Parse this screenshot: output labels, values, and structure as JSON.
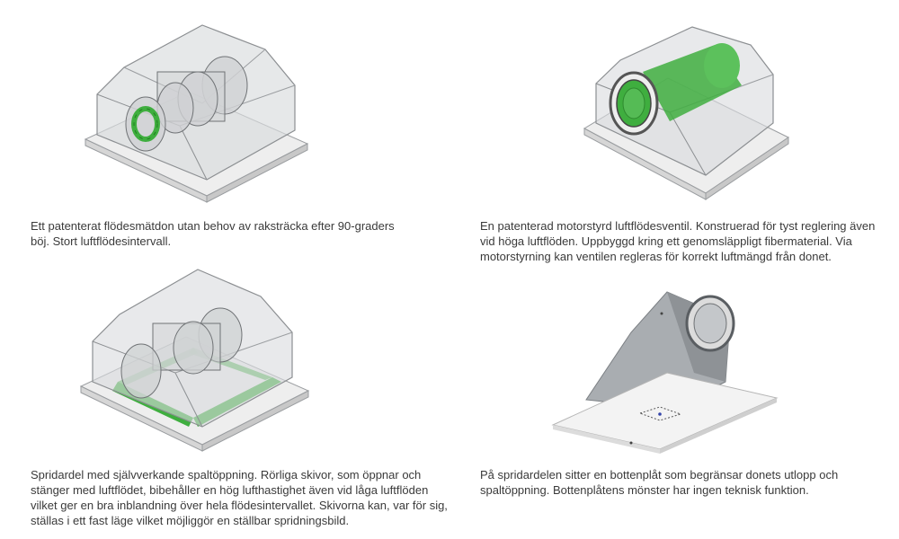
{
  "panels": [
    {
      "id": "flow-meter",
      "illustration": "transparent-diffuser-box-with-green-flow-ring",
      "caption": "Ett patenterat flödesmätdon utan behov av raksträcka efter 90-graders böj. Stort luftflödesintervall."
    },
    {
      "id": "motor-valve",
      "illustration": "transparent-diffuser-box-with-green-fiber-cylinder",
      "caption": "En patenterad motorstyrd luftflödesventil. Konstruerad för tyst reglering även vid höga luftflöden. Uppbyggd kring ett genomsläppligt fibermaterial. Via motorstyrning kan ventilen regleras för korrekt luftmängd från donet."
    },
    {
      "id": "slot-spreader",
      "illustration": "transparent-diffuser-box-with-green-slot-flaps",
      "caption": "Spridardel med självverkande spaltöppning. Rörliga skivor, som öppnar och stänger med luftflödet, bibehåller en hög lufthastighet även vid låga luftflöden vilket ger en bra inblandning över hela flödesintervallet. Skivorna kan, var för sig, ställas i ett fast läge vilket möjliggör en ställbar spridningsbild."
    },
    {
      "id": "bottom-plate",
      "illustration": "steel-diffuser-box-with-white-bottom-plate",
      "caption": "På spridardelen sitter en bottenplåt som begränsar donets utlopp och spaltöppning. Bottenplåtens mönster har ingen teknisk funktion."
    }
  ],
  "colors": {
    "accent_green": "#3fae3f",
    "caption_text": "#3a3a3a",
    "ghost_fill": "#d9dbdd",
    "ghost_stroke": "#8c8f92",
    "steel": "#a9adb1"
  }
}
